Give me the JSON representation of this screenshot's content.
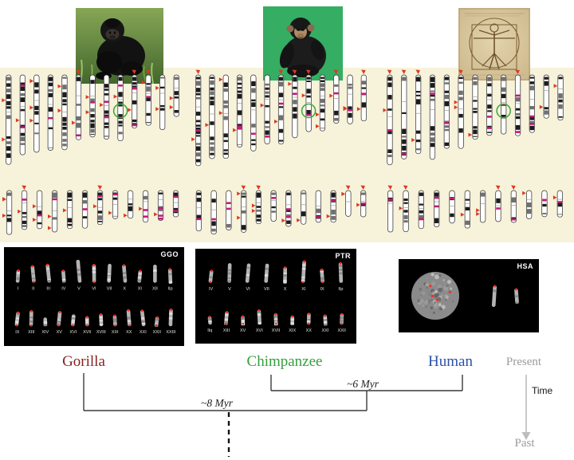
{
  "figure": {
    "background": "#ffffff",
    "ideogram_band_color": "#f7f2da",
    "annotation_colors": {
      "red_arrow": "#d93a21",
      "magenta_band": "#c7177e",
      "green_circle": "#43a843"
    }
  },
  "species": [
    {
      "id": "gorilla",
      "label": "Gorilla",
      "label_color": "#8a1f1f",
      "photo": "gorilla-photo",
      "karyotype_seed": 11,
      "red_mark_density": 2.4,
      "fish_panel": {
        "code": "GGO",
        "variant": "spread",
        "seed": 101,
        "row1_labels": [
          "I",
          "II",
          "III",
          "IV",
          "V",
          "VI",
          "VII",
          "X",
          "XI",
          "XII",
          "IIp"
        ],
        "row2_labels": [
          "IX",
          "XIII",
          "XIV",
          "XV",
          "XVI",
          "XVII",
          "XVIII",
          "XIX",
          "XX",
          "XXI",
          "XXII",
          "XXIII"
        ]
      }
    },
    {
      "id": "chimpanzee",
      "label": "Chimpanzee",
      "label_color": "#33a03c",
      "photo": "chimpanzee-photo",
      "karyotype_seed": 22,
      "red_mark_density": 1.8,
      "fish_panel": {
        "code": "PTR",
        "variant": "spread",
        "seed": 202,
        "row1_labels": [
          "IV",
          "V",
          "VI",
          "VII",
          "X",
          "XI",
          "IX",
          "IIp"
        ],
        "row2_labels": [
          "IIq",
          "XIII",
          "XV",
          "XVI",
          "XVII",
          "XIX",
          "XX",
          "XXI",
          "XXII"
        ]
      }
    },
    {
      "id": "human",
      "label": "Human",
      "label_color": "#2c50a8",
      "photo": "vitruvian-man",
      "karyotype_seed": 33,
      "red_mark_density": 1.1,
      "fish_panel": {
        "code": "HSA",
        "variant": "nucleus",
        "seed": 303,
        "row1_labels": [],
        "row2_labels": []
      }
    }
  ],
  "karyotypes": {
    "row1_count": 13,
    "row2_count": 12
  },
  "tree": {
    "six_myr": "~6 Myr",
    "eight_myr": "~8 Myr"
  },
  "time_axis": {
    "present": "Present",
    "time": "Time",
    "past": "Past",
    "muted_color": "#9b9b9b"
  }
}
